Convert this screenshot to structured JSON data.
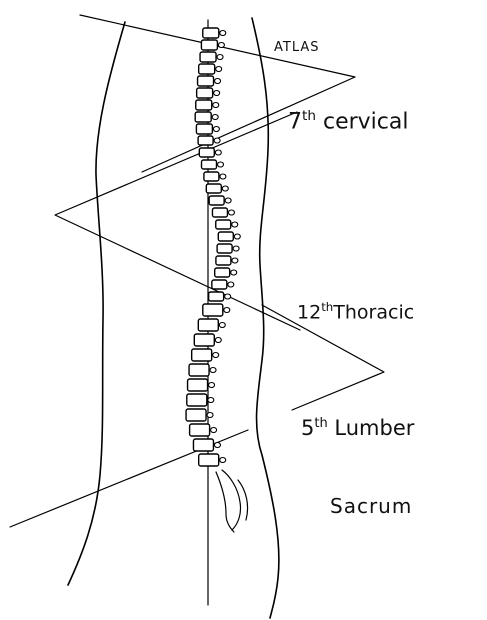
{
  "labels": {
    "atlas": "ATLAS",
    "cervical_num": "7",
    "cervical_sup": "th",
    "cervical_word": "cervical",
    "thoracic_num": "12",
    "thoracic_sup": "th",
    "thoracic_word": "Thoracic",
    "lumbar_num": "5",
    "lumbar_sup": "th",
    "lumbar_word": "Lumber",
    "sacrum": "Sacrum"
  },
  "colors": {
    "ink": "#000000",
    "paper": "#ffffff"
  }
}
